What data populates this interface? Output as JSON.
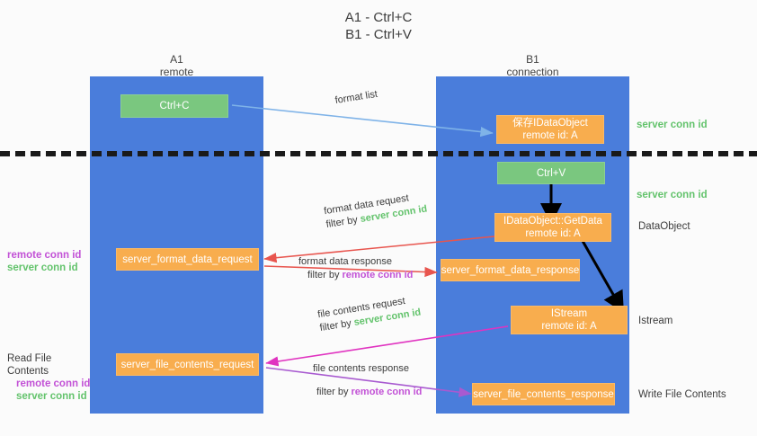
{
  "title": {
    "line1": "A1 - Ctrl+C",
    "line2": "B1 - Ctrl+V"
  },
  "columns": [
    {
      "name": "A1",
      "subtitle": "remote"
    },
    {
      "name": "B1",
      "subtitle": "connection"
    }
  ],
  "nodes": {
    "ctrl_c": {
      "label": "Ctrl+C"
    },
    "idataobject": {
      "line1": "保存IDataObject",
      "line2": "remote id: A"
    },
    "ctrl_v": {
      "label": "Ctrl+V"
    },
    "getdata": {
      "line1": "IDataObject::GetData",
      "line2": "remote id: A"
    },
    "istream": {
      "line1": "IStream",
      "line2": "remote id: A"
    },
    "server_format_data_request": {
      "label": "server_format_data_request"
    },
    "server_format_data_response": {
      "label": "server_format_data_response"
    },
    "server_file_contents_request": {
      "label": "server_file_contents_request"
    },
    "server_file_contents_response": {
      "label": "server_file_contents_response"
    }
  },
  "edge_labels": {
    "format_list": "format list",
    "format_data_request": {
      "line1": "format data request",
      "filter_prefix": "filter by ",
      "filter_value": "server conn id"
    },
    "format_data_response": {
      "line1": "format data response",
      "filter_prefix": "filter by ",
      "filter_value": "remote conn id"
    },
    "file_contents_request": {
      "line1": "file contents request",
      "filter_prefix": "filter by ",
      "filter_value": "server conn id"
    },
    "file_contents_response": {
      "line1": "file contents response",
      "filter_prefix": "filter by ",
      "filter_value": "remote conn id"
    }
  },
  "left_labels": {
    "conn_ids_format": {
      "remote": "remote conn id",
      "server": "server conn id"
    },
    "read_file_contents": {
      "title": "Read File Contents",
      "remote": "remote conn id",
      "server": "server conn id"
    }
  },
  "right_labels": {
    "server_conn_id_top": "server conn id",
    "server_conn_id_mid": "server conn id",
    "dataobject": "DataObject",
    "istream": "Istream",
    "write_file_contents": "Write File Contents"
  },
  "colors": {
    "lane": "#4a7ddb",
    "green_node": "#7ac77f",
    "orange_node": "#f8ad4e",
    "green_text": "#63c36c",
    "purple_text": "#c251d6",
    "blue_arrow": "#7fb3e8",
    "red_arrow": "#e8554e",
    "magenta_arrow": "#e033c0",
    "purple_arrow": "#a85ad0",
    "black_arrow": "#000000"
  }
}
